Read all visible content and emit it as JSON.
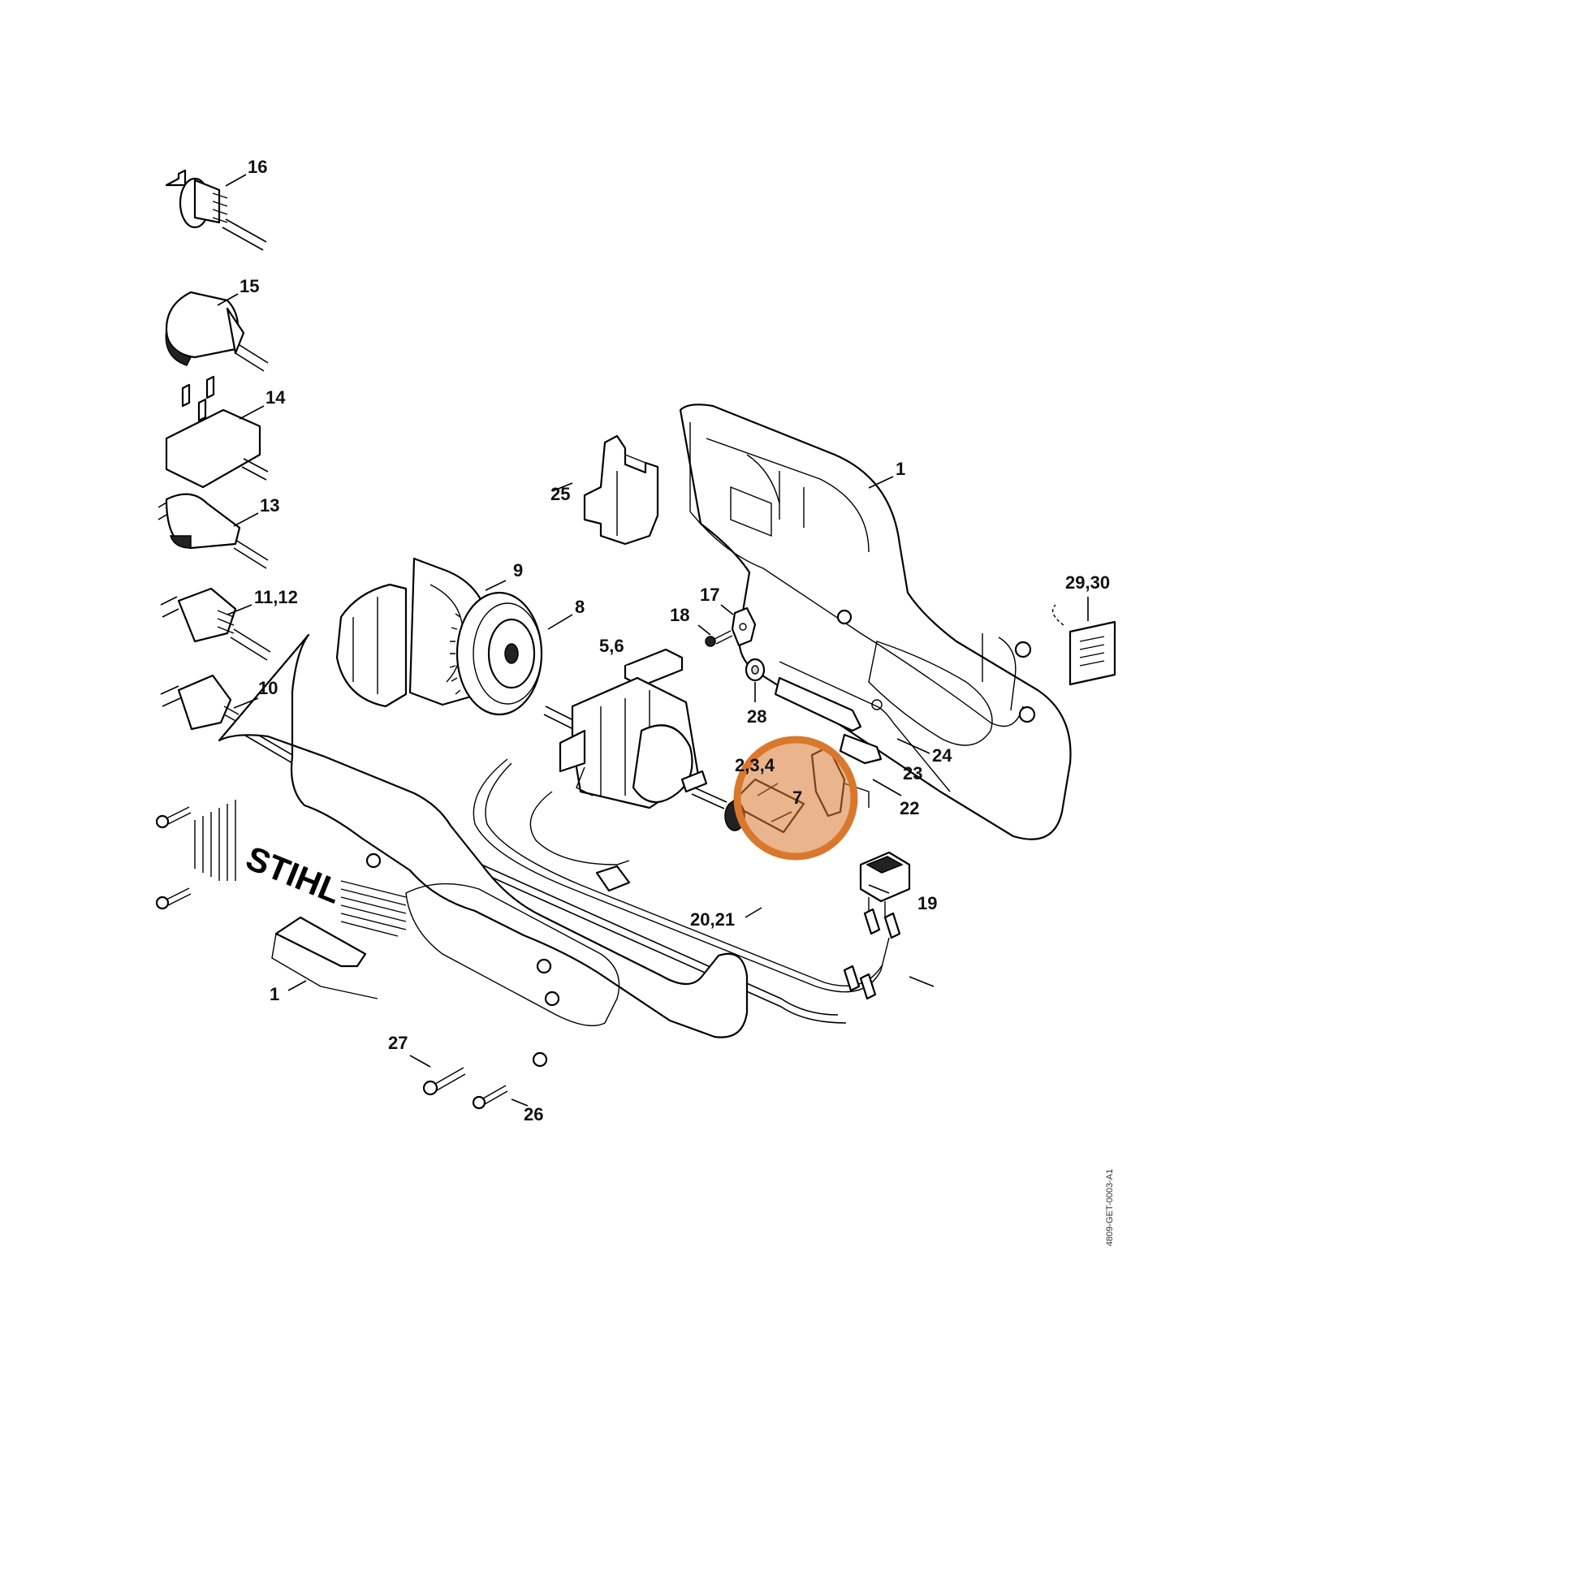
{
  "diagram": {
    "labels": {
      "p16": "16",
      "p15": "15",
      "p14": "14",
      "p13": "13",
      "p11_12": "11,12",
      "p10": "10",
      "p9": "9",
      "p8": "8",
      "p25": "25",
      "p1_top": "1",
      "p29_30": "29,30",
      "p17": "17",
      "p18": "18",
      "p5_6": "5,6",
      "p28": "28",
      "p2_3_4": "2,3,4",
      "p7": "7",
      "p24": "24",
      "p23": "23",
      "p22": "22",
      "p19": "19",
      "p20_21": "20,21",
      "p1_bottom": "1",
      "p27": "27",
      "p26": "26"
    },
    "brand": "STIHL",
    "drawing_code": "4809-GET-0003-A1",
    "highlight_color": "#d9782d"
  }
}
